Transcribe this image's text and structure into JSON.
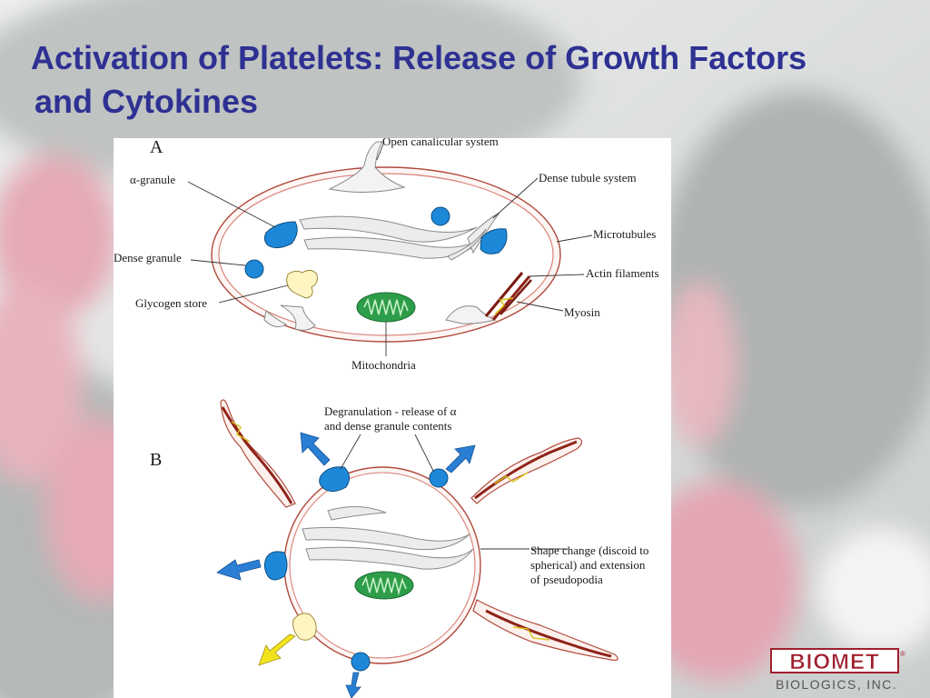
{
  "slide": {
    "title_line1": "Activation of Platelets: Release of Growth Factors",
    "title_line2": "and Cytokines"
  },
  "diagram": {
    "panel_a": {
      "letter": "A",
      "labels": {
        "open_canalicular": "Open canalicular system",
        "alpha_granule": "α-granule",
        "dense_tubule": "Dense tubule system",
        "microtubules": "Microtubules",
        "dense_granule": "Dense granule",
        "actin": "Actin filaments",
        "glycogen": "Glycogen store",
        "myosin": "Myosin",
        "mitochondria": "Mitochondria"
      }
    },
    "panel_b": {
      "letter": "B",
      "labels": {
        "degranulation_1": "Degranulation - release of α",
        "degranulation_2": "and dense granule contents",
        "shape_1": "Shape change (discoid to",
        "shape_2": "spherical) and extension",
        "shape_3": "of pseudopodia"
      }
    }
  },
  "logo": {
    "mark": "BIOMET",
    "registered": "®",
    "subtitle": "BIOLOGICS, INC."
  },
  "colors": {
    "title": "#2e3192",
    "granule_blue": "#1e88d8",
    "arrow_blue": "#2a7fd4",
    "arrow_yellow": "#f2e21c",
    "mitochondria_green": "#2e9d4a",
    "membrane_red": "#c0392b",
    "logo_red": "#a01f2e"
  }
}
